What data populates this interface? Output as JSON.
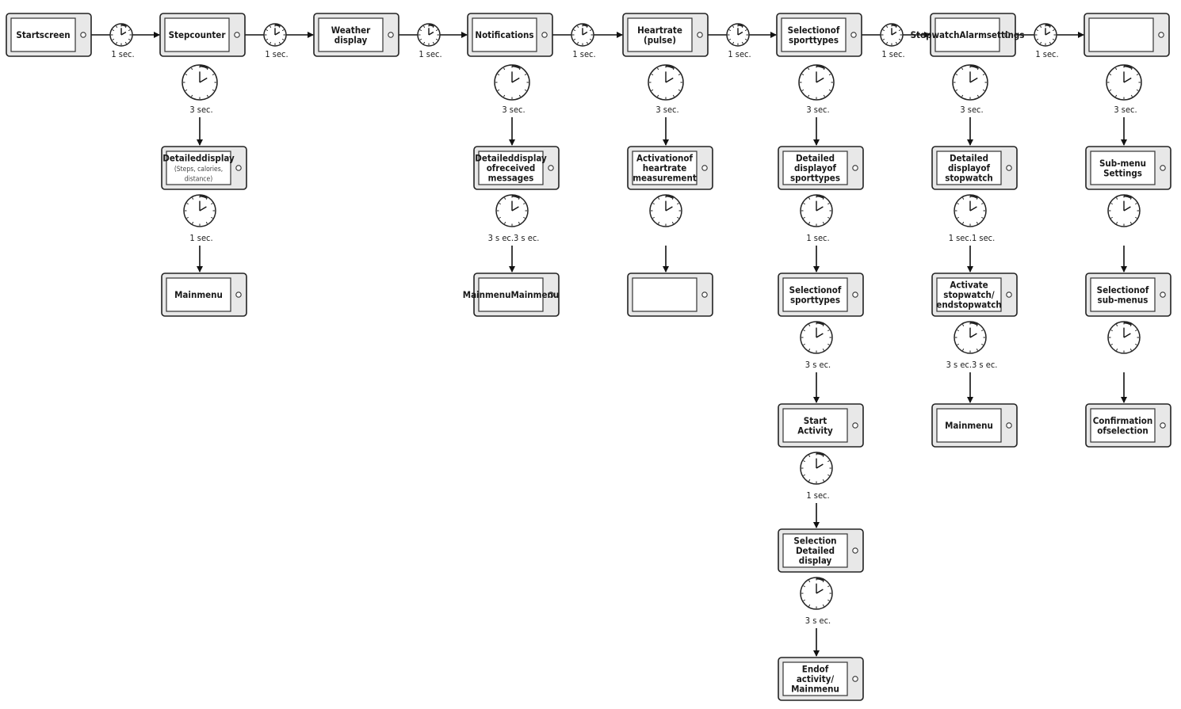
{
  "columns": [
    {
      "top": [
        "Startscreen"
      ],
      "next_time": "1 sec.",
      "branch": []
    },
    {
      "top": [
        "Stepcounter"
      ],
      "next_time": "1 sec.",
      "branch": [
        {
          "time": "3 sec.",
          "lines": [
            "Detaileddisplay"
          ],
          "sub": [
            "(Steps, calories,",
            "distance)"
          ]
        },
        {
          "time": "1 sec.",
          "lines": [
            "Mainmenu"
          ]
        }
      ]
    },
    {
      "top": [
        "Weather",
        "display"
      ],
      "next_time": "1 sec.",
      "branch": []
    },
    {
      "top": [
        "Notifications"
      ],
      "next_time": "1 sec.",
      "branch": [
        {
          "time": "3 sec.",
          "lines": [
            "Detaileddisplay",
            "ofreceived",
            "messages"
          ]
        },
        {
          "time": "3 s ec.3 s ec.",
          "lines": [
            "MainmenuMainmenu"
          ]
        }
      ]
    },
    {
      "top": [
        "Heartrate",
        "(pulse)"
      ],
      "next_time": "1 sec.",
      "branch": [
        {
          "time": "3 sec.",
          "lines": [
            "Activationof",
            "heartrate",
            "measurement"
          ]
        },
        {
          "time": "",
          "lines": []
        }
      ]
    },
    {
      "top": [
        "Selectionof",
        "sporttypes"
      ],
      "next_time": "1 sec.",
      "branch": [
        {
          "time": "3 sec.",
          "lines": [
            "Detailed",
            "displayof",
            "sporttypes"
          ]
        },
        {
          "time": "1 sec.",
          "lines": [
            "Selectionof",
            "sporttypes"
          ]
        },
        {
          "time": "3 s ec.",
          "lines": [
            "Start",
            "Activity"
          ]
        },
        {
          "time": "1 sec.",
          "lines": [
            "Selection",
            "Detailed",
            "display"
          ]
        },
        {
          "time": "3 s ec.",
          "lines": [
            "Endof",
            "activity/",
            "Mainmenu"
          ]
        }
      ]
    },
    {
      "top": [
        "StopwatchAlarmsettings"
      ],
      "next_time": "1 sec.",
      "branch": [
        {
          "time": "3 sec.",
          "lines": [
            "Detailed",
            "displayof",
            "stopwatch"
          ]
        },
        {
          "time": "1 sec.1 sec.",
          "lines": [
            "Activate",
            "stopwatch/",
            "endstopwatch"
          ]
        },
        {
          "time": "3 s ec.3 s ec.",
          "lines": [
            "Mainmenu"
          ]
        }
      ]
    },
    {
      "top": [],
      "next_time": "",
      "branch": [
        {
          "time": "3 sec.",
          "lines": [
            "Sub-menu",
            "Settings"
          ]
        },
        {
          "time": "",
          "lines": [
            "Selectionof",
            "sub-menus"
          ]
        },
        {
          "time": "",
          "lines": [
            "Confirmation",
            "ofselection"
          ]
        }
      ]
    }
  ]
}
